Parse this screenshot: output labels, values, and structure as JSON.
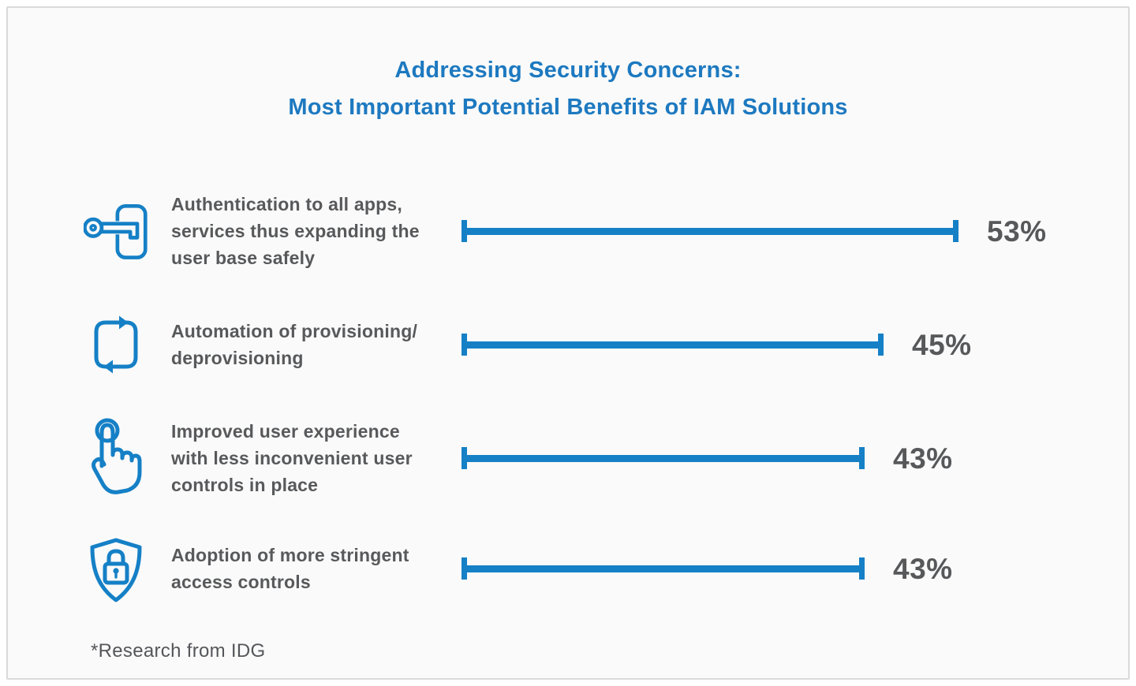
{
  "title": {
    "line1": "Addressing Security Concerns:",
    "line2": "Most Important Potential Benefits of IAM Solutions"
  },
  "rows": [
    {
      "icon": "key-door-icon",
      "label": "Authentication to all apps,\nservices thus expanding the\nuser base safely",
      "value": 53,
      "value_label": "53%"
    },
    {
      "icon": "provisioning-loop-icon",
      "label": "Automation of provisioning/\ndeprovisioning",
      "value": 45,
      "value_label": "45%"
    },
    {
      "icon": "tap-finger-icon",
      "label": "Improved user experience\nwith less inconvenient user\ncontrols in place",
      "value": 43,
      "value_label": "43%"
    },
    {
      "icon": "shield-lock-icon",
      "label": "Adoption of more stringent\naccess controls",
      "value": 43,
      "value_label": "43%"
    }
  ],
  "footnote": "*Research from IDG",
  "colors": {
    "accent_blue": "#1580c6",
    "title_blue": "#1d79c0",
    "text_gray": "#58595b",
    "background": "#fafafa",
    "frame_border": "#dadada"
  },
  "chart_data": {
    "type": "bar",
    "orientation": "horizontal",
    "title": "Addressing Security Concerns: Most Important Potential Benefits of IAM Solutions",
    "categories": [
      "Authentication to all apps, services thus expanding the user base safely",
      "Automation of provisioning/deprovisioning",
      "Improved user experience with less inconvenient user controls in place",
      "Adoption of more stringent access controls"
    ],
    "values": [
      53,
      45,
      43,
      43
    ],
    "value_labels": [
      "53%",
      "45%",
      "43%",
      "43%"
    ],
    "xlabel": "",
    "ylabel": "",
    "xlim": [
      0,
      53
    ],
    "grid": false,
    "legend": false,
    "bar_color": "#1580c6",
    "source_note": "*Research from IDG"
  }
}
